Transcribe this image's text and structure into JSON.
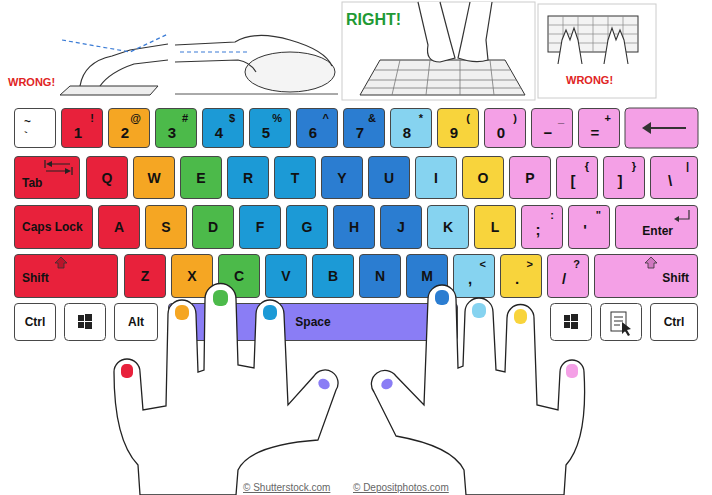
{
  "diagram": {
    "nodes": [
      {
        "text": [
          "~",
          "`"
        ]
      },
      {
        "text": [
          "!",
          "1"
        ]
      },
      {
        "text": [
          "@",
          "2"
        ]
      },
      {
        "text": [
          "#",
          "3"
        ]
      },
      {
        "text": [
          "$",
          "4"
        ]
      },
      {
        "text": [
          "%",
          "5"
        ]
      },
      {
        "text": [
          "^",
          "6"
        ]
      },
      {
        "text": [
          "&",
          "7"
        ]
      },
      {
        "text": [
          "*",
          "8"
        ]
      },
      {
        "text": [
          "(",
          "9"
        ]
      },
      {
        "text": [
          ")",
          "0"
        ]
      },
      {
        "text": [
          "_",
          "−"
        ]
      },
      {
        "text": [
          "+",
          "="
        ]
      },
      {
        "text": [
          "Tab"
        ]
      },
      {
        "text": [
          "Q"
        ]
      },
      {
        "text": [
          "W"
        ]
      },
      {
        "text": [
          "E"
        ]
      },
      {
        "text": [
          "R"
        ]
      },
      {
        "text": [
          "T"
        ]
      },
      {
        "text": [
          "Y"
        ]
      },
      {
        "text": [
          "U"
        ]
      },
      {
        "text": [
          "I"
        ]
      },
      {
        "text": [
          "O"
        ]
      },
      {
        "text": [
          "P"
        ]
      },
      {
        "text": [
          "{",
          "["
        ]
      },
      {
        "text": [
          "}",
          "]"
        ]
      },
      {
        "text": [
          "|",
          "\\"
        ]
      },
      {
        "text": [
          "Caps Lock"
        ]
      },
      {
        "text": [
          "A"
        ]
      },
      {
        "text": [
          "S"
        ]
      },
      {
        "text": [
          "D"
        ]
      },
      {
        "text": [
          "F"
        ]
      },
      {
        "text": [
          "G"
        ]
      },
      {
        "text": [
          "H"
        ]
      },
      {
        "text": [
          "J"
        ]
      },
      {
        "text": [
          "K"
        ]
      },
      {
        "text": [
          "L"
        ]
      },
      {
        "text": [
          ":",
          ";"
        ]
      },
      {
        "text": [
          "\"",
          "'"
        ]
      },
      {
        "text": [
          "Enter"
        ]
      },
      {
        "text": [
          "Shift"
        ]
      },
      {
        "text": [
          "Z"
        ]
      },
      {
        "text": [
          "X"
        ]
      },
      {
        "text": [
          "C"
        ]
      },
      {
        "text": [
          "V"
        ]
      },
      {
        "text": [
          "B"
        ]
      },
      {
        "text": [
          "N"
        ]
      },
      {
        "text": [
          "M"
        ]
      },
      {
        "text": [
          "<",
          ","
        ]
      },
      {
        "text": [
          ">",
          "."
        ]
      },
      {
        "text": [
          "?",
          "/"
        ]
      },
      {
        "text": [
          "Shift"
        ]
      },
      {
        "text": [
          "Ctrl"
        ]
      },
      {
        "text": [
          "Alt"
        ]
      },
      {
        "text": [
          "Space"
        ]
      },
      {
        "text": [
          "Ctrl"
        ]
      }
    ],
    "labels": [
      "WRONG!",
      "RIGHT!",
      "WRONG!",
      "© Shutterstock.com",
      "© Depositphotos.com"
    ]
  }
}
